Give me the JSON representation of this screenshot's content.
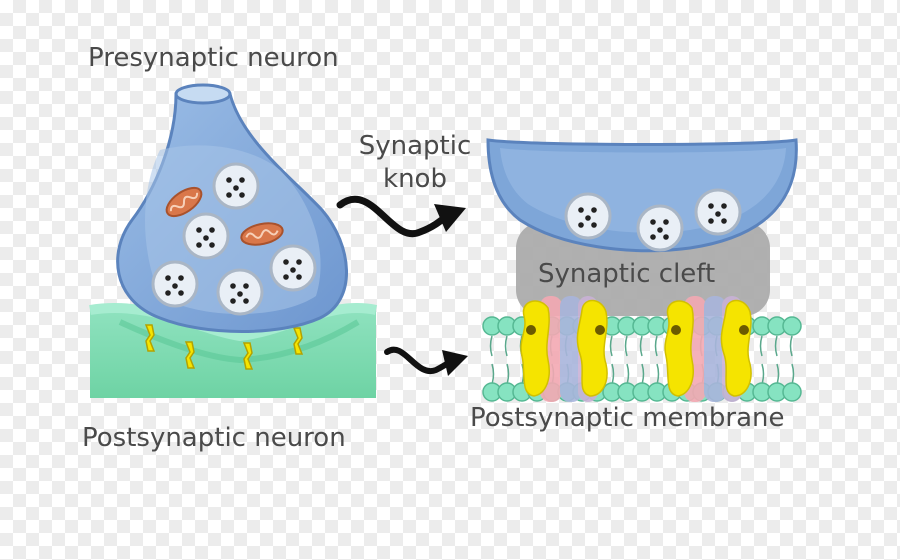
{
  "labels": {
    "presynaptic_neuron": "Presynaptic neuron",
    "postsynaptic_neuron": "Postsynaptic neuron",
    "synaptic_knob_line1": "Synaptic",
    "synaptic_knob_line2": "knob",
    "synaptic_cleft": "Synaptic cleft",
    "postsynaptic_membrane": "Postsynaptic membrane"
  },
  "colors": {
    "knob_blue": "#7ea6d8",
    "vesicle_white": "#e9eff6",
    "mitochondria": "#d9774a",
    "postsynaptic_green": "#7fd9b0",
    "receptor_yellow": "#f5e400",
    "cleft_gray": "#a9a9a9",
    "lipid_head": "#86e3c1",
    "text": "#4a4a4a"
  }
}
